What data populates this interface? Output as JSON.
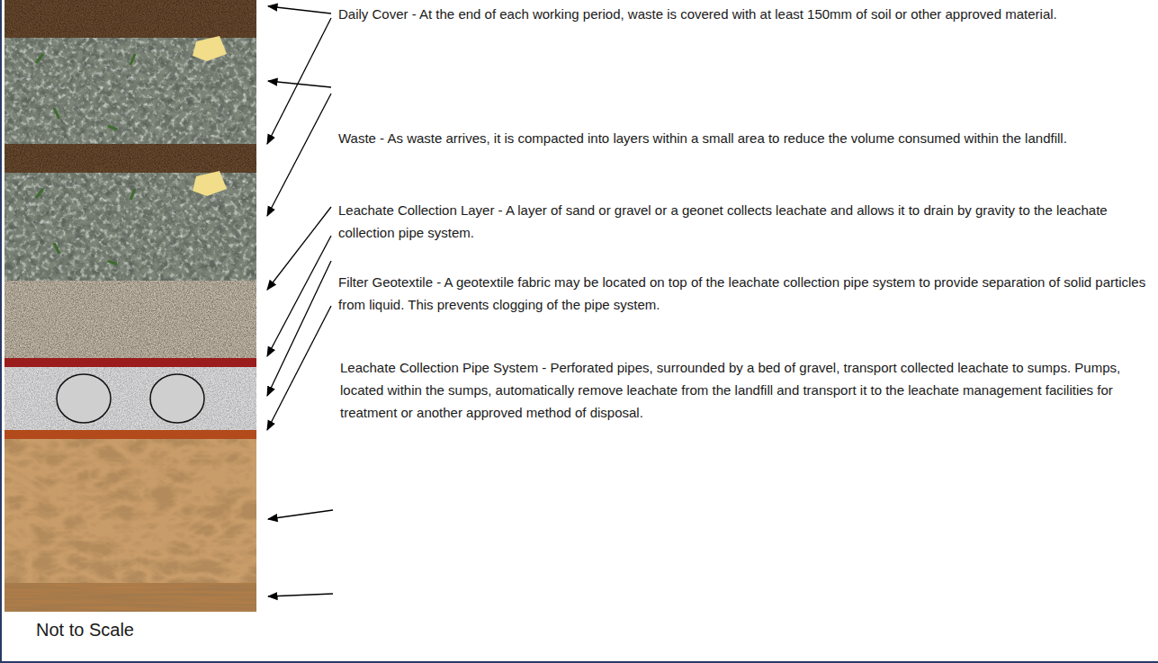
{
  "diagram": {
    "labels": [
      "Daily Cover - At the end of each working period, waste is covered with at least 150mm of soil or other approved material.",
      "Waste - As waste arrives, it is compacted into layers within a small area to reduce the volume consumed within the landfill.",
      "Leachate Collection Layer - A layer of sand or gravel or a geonet collects leachate and allows it to drain by gravity to the leachate collection pipe system.",
      "Filter Geotextile - A geotextile fabric may be located on top of the leachate collection pipe system to provide separation of solid particles from liquid.  This prevents clogging of the pipe system.",
      "Leachate Collection Pipe System - Perforated pipes, surrounded by a bed of gravel, transport collected leachate to sumps.  Pumps, located within the sumps, automatically remove leachate from the landfill and transport it to the leachate management facilities for treatment or another approved method of disposal.",
      "Not to Scale"
    ]
  }
}
